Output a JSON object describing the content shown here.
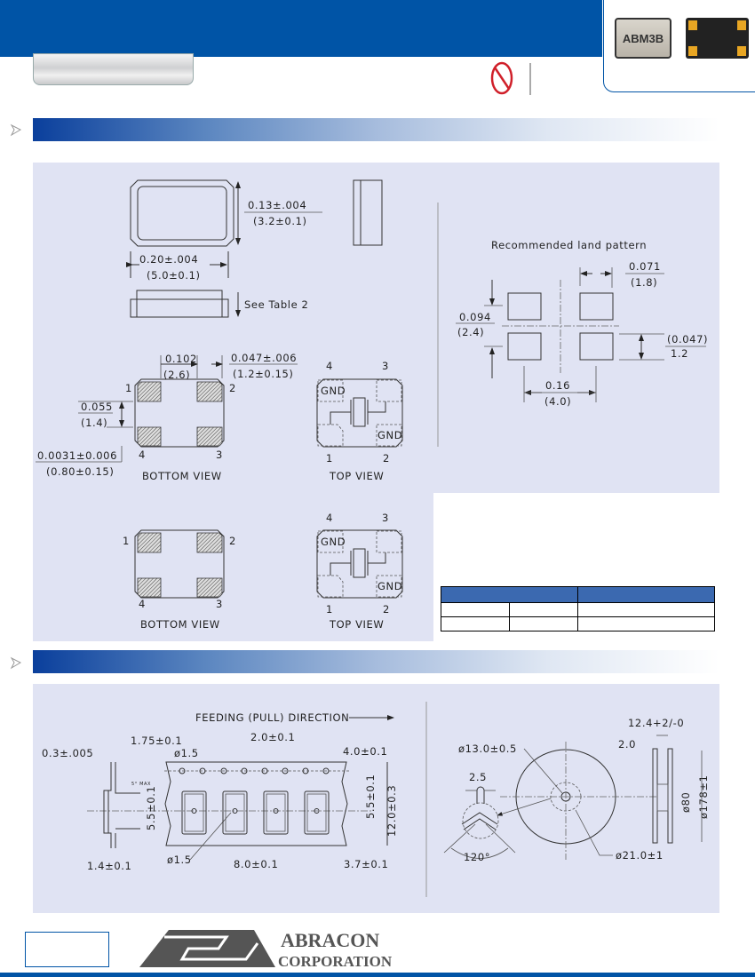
{
  "header": {
    "brand_color": "#0054a6"
  },
  "product": {
    "chip_label": "ABM3B",
    "icons": [
      "chip-top-photo",
      "chip-bottom-photo",
      "no-lead-pb-free-icon"
    ]
  },
  "sections": [
    {
      "icon": "triangle-arrow-icon"
    },
    {
      "icon": "triangle-arrow-icon"
    }
  ],
  "outline": {
    "height_in": "0.13±.004",
    "height_mm": "(3.2±0.1)",
    "width_in": "0.20±.004",
    "width_mm": "(5.0±0.1)",
    "thickness": "See Table 2",
    "pad_pitch_in": "0.102",
    "pad_pitch_mm": "(2.6)",
    "pad_width_in": "0.047±.006",
    "pad_width_mm": "(1.2±0.15)",
    "pad_height_in": "0.055",
    "pad_height_mm": "(1.4)",
    "pad_gap_in": "0.0031±0.006",
    "pad_gap_mm": "(0.80±0.15)",
    "bottom_view": "BOTTOM VIEW",
    "top_view": "TOP VIEW",
    "gnd": "GND",
    "pins": {
      "p1": "1",
      "p2": "2",
      "p3": "3",
      "p4": "4"
    }
  },
  "land_pattern": {
    "title": "Recommended land pattern",
    "pad_w_in": "0.071",
    "pad_w_mm": "(1.8)",
    "span_y_in": "0.094",
    "span_y_mm": "(2.4)",
    "pad_h_in": "(0.047)",
    "pad_h_mm": "1.2",
    "span_x_in": "0.16",
    "span_x_mm": "(4.0)"
  },
  "table": {
    "header_color": "#3b69b0",
    "columns": [
      "",
      ""
    ],
    "rows": [
      [
        "",
        "",
        ""
      ],
      [
        "",
        "",
        ""
      ]
    ]
  },
  "tape": {
    "direction": "FEEDING (PULL) DIRECTION",
    "d_175": "1.75±0.1",
    "d_03": "0.3±.005",
    "hole_top": "ø1.5",
    "d_20": "2.0±0.1",
    "d_40": "4.0±0.1",
    "d_55a": "5.5±0.1",
    "d_55b": "5.5±0.1",
    "d_120": "12.0±0.3",
    "hole_bottom": "ø1.5",
    "d_80": "8.0±0.1",
    "d_37": "3.7±0.1",
    "d_14": "1.4±0.1",
    "angle": "5° MAX"
  },
  "reel": {
    "width": "12.4+2/-0",
    "flange": "2.0",
    "hub_hole": "ø13.0±0.5",
    "key": "2.5",
    "hub": "ø80",
    "diameter": "ø178±1",
    "angle": "120°",
    "hub_dia": "ø21.0±1"
  },
  "footer": {
    "logo_line1": "ABRACON",
    "logo_line2": "CORPORATION"
  }
}
